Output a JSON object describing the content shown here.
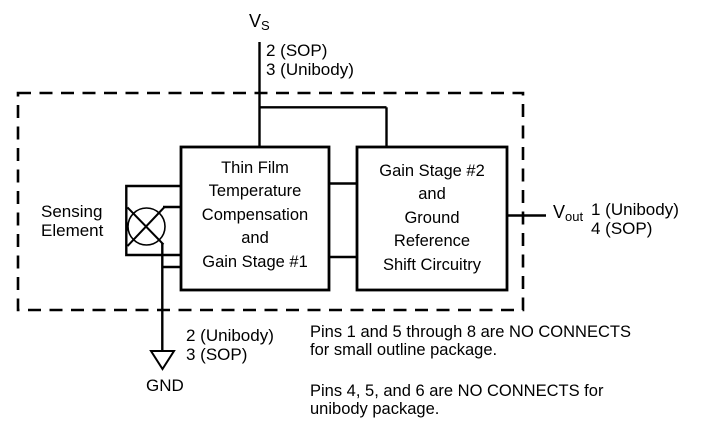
{
  "colors": {
    "line": "#000000",
    "text": "#000000",
    "background": "#ffffff"
  },
  "supply": {
    "label_main": "V",
    "label_sub": "S",
    "pins": [
      "2 (SOP)",
      "3 (Unibody)"
    ]
  },
  "output": {
    "label_main": "V",
    "label_sub": "out",
    "pins": [
      "1 (Unibody)",
      "4 (SOP)"
    ]
  },
  "ground": {
    "label": "GND",
    "pins": [
      "2 (Unibody)",
      "3 (SOP)"
    ]
  },
  "sensing_element": {
    "lines": [
      "Sensing",
      "Element"
    ]
  },
  "block1": {
    "lines": [
      "Thin Film",
      "Temperature",
      "Compensation",
      "and",
      "Gain Stage #1"
    ]
  },
  "block2": {
    "lines": [
      "Gain Stage #2",
      "and",
      "Ground",
      "Reference",
      "Shift Circuitry"
    ]
  },
  "notes": [
    {
      "lines": [
        "Pins 1 and 5 through 8 are NO CONNECTS",
        "for small outline package."
      ]
    },
    {
      "lines": [
        "Pins 4, 5, and 6 are NO CONNECTS for",
        "unibody package."
      ]
    }
  ]
}
